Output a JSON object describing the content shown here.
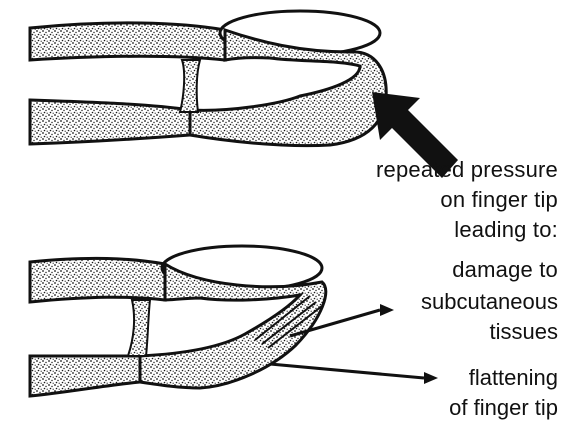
{
  "caption": {
    "lines": [
      "repeated pressure",
      "on finger tip",
      "leading to:",
      "damage to"
    ]
  },
  "labels": {
    "subcutaneous": [
      "subcutaneous",
      "tissues"
    ],
    "flattening": [
      "flattening",
      "of finger tip"
    ]
  },
  "colors": {
    "ink": "#111111",
    "tissue_fill": "#ffffff",
    "stipple": "#1a1a1a"
  },
  "icons": {
    "pressure_arrow": "pressure-arrow-icon"
  }
}
